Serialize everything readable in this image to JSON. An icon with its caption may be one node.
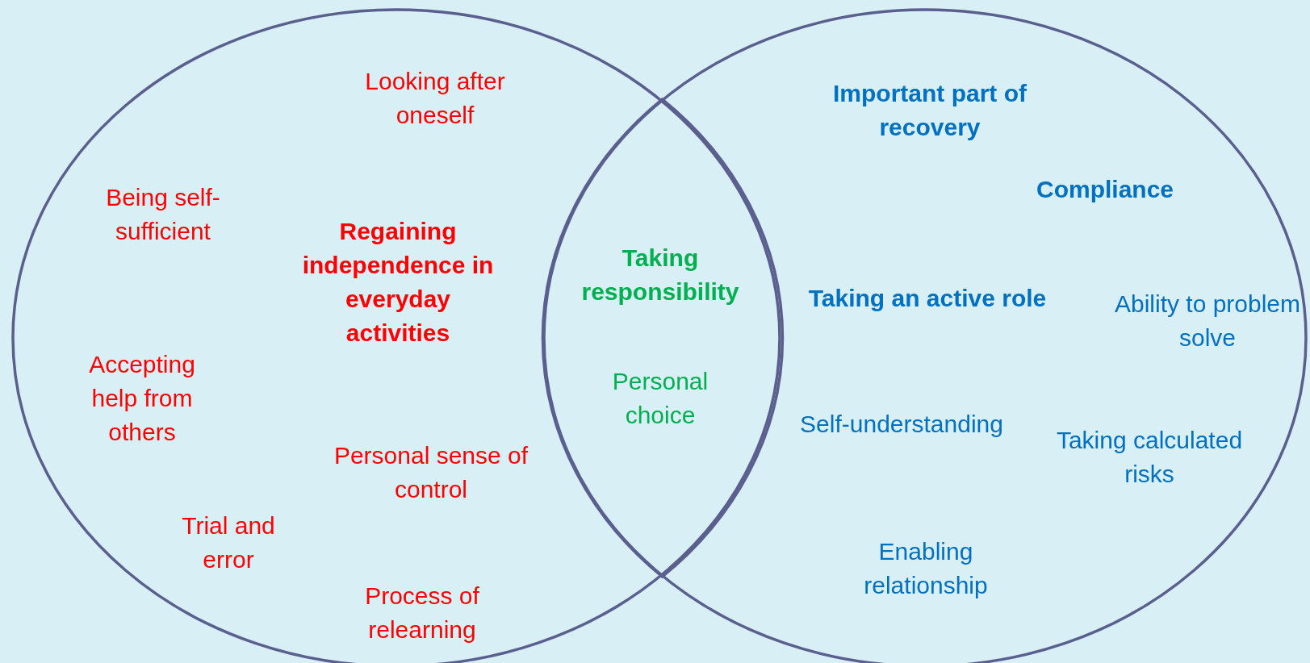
{
  "diagram": {
    "nodes": [
      {
        "text": [
          "Looking after oneself",
          "Being self-sufficient",
          "Regaining independence in everyday activities",
          "Accepting help from others",
          "Personal sense of control",
          "Trial and error",
          "Process of relearning"
        ]
      },
      {
        "text": [
          "Important part of recovery",
          "Compliance",
          "Taking an active role",
          "Ability to problem solve",
          "Self-understanding",
          "Taking calculated risks",
          "Enabling relationship"
        ]
      },
      {
        "text": [
          "Taking responsibility",
          "Personal choice"
        ]
      }
    ],
    "edges": []
  }
}
